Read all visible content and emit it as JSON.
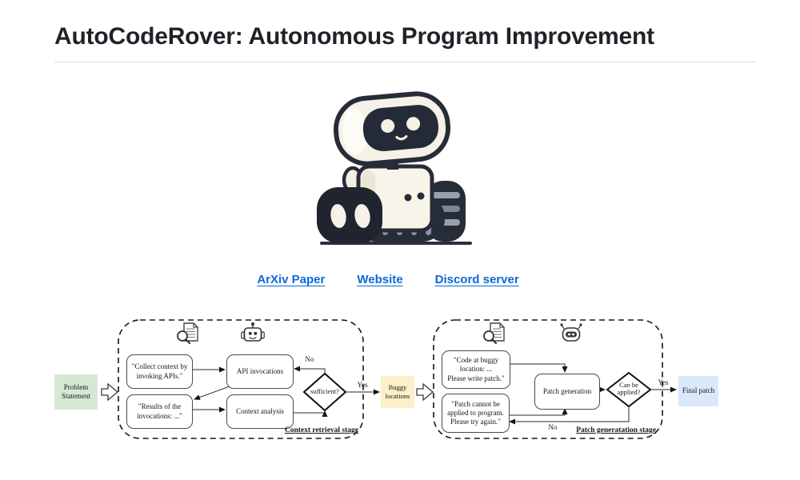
{
  "page": {
    "title": "AutoCodeRover: Autonomous Program Improvement"
  },
  "links": [
    {
      "label": "ArXiv Paper"
    },
    {
      "label": "Website"
    },
    {
      "label": "Discord server"
    }
  ],
  "colors": {
    "link_blue": "#0969da",
    "title_text": "#1f2328",
    "rule_gray": "#d8dee4",
    "node_green": "#d5e8d4",
    "node_yellow": "#fcf0c8",
    "node_blue": "#dae8fc"
  },
  "icons": {
    "stage1": [
      "document-search-icon",
      "robot-icon"
    ],
    "stage2": [
      "document-search-icon",
      "robot-visor-icon"
    ],
    "mascot": "robot-mascot-image"
  },
  "flowchart": {
    "problem_statement": "Problem\nStatement",
    "buggy_locations": "Buggy\nlocations",
    "final_patch": "Final patch",
    "stage1": {
      "label": "Context retrieval stage",
      "collect_context": "\"Collect context by\ninvoking APIs.\"",
      "api_invocations": "API invocations",
      "results": "\"Results of the\ninvocations: ...\"",
      "context_analysis": "Context analysis",
      "decision": "sufficient?",
      "yes": "Yes",
      "no": "No"
    },
    "stage2": {
      "label": "Patch generatation stage",
      "code_at_buggy": "\"Code at buggy\nlocation: ...\nPlease write patch.\"",
      "patch_generation": "Patch generation",
      "patch_cannot": "\"Patch cannot be\napplied to program.\nPlease try again.\"",
      "decision": "Can be\napplied?",
      "yes": "Yes",
      "no": "No"
    }
  }
}
